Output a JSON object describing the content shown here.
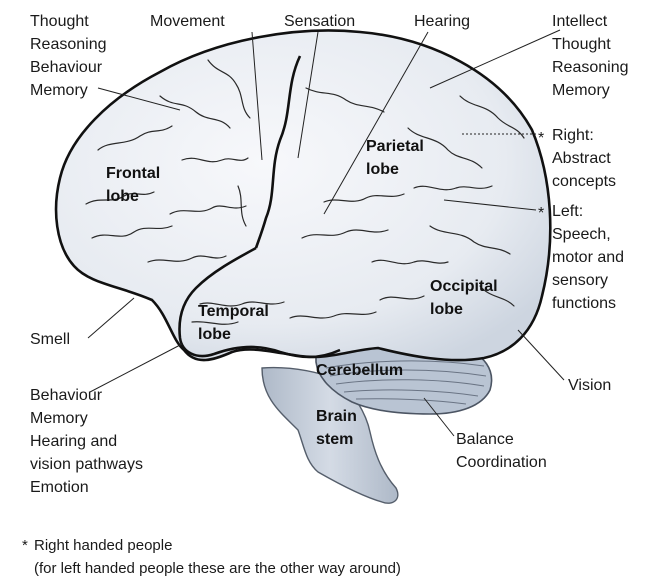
{
  "colors": {
    "brain_fill": "#e6eaf0",
    "brain_highlight": "#f6f7fa",
    "cerebellum_fill": "#b6c1d0",
    "brainstem_fill": "#c5cfdb",
    "outline": "#111111"
  },
  "regions": [
    {
      "id": "frontal",
      "lines": [
        "Frontal",
        "lobe"
      ]
    },
    {
      "id": "parietal",
      "lines": [
        "Parietal",
        "lobe"
      ]
    },
    {
      "id": "temporal",
      "lines": [
        "Temporal",
        "lobe"
      ]
    },
    {
      "id": "occipital",
      "lines": [
        "Occipital",
        "lobe"
      ]
    },
    {
      "id": "cerebellum",
      "lines": [
        "Cerebellum"
      ]
    },
    {
      "id": "brainstem",
      "lines": [
        "Brain",
        "stem"
      ]
    }
  ],
  "annotations": [
    {
      "id": "frontal-functions",
      "lines": [
        "Thought",
        "Reasoning",
        "Behaviour",
        "Memory"
      ]
    },
    {
      "id": "movement",
      "lines": [
        "Movement"
      ]
    },
    {
      "id": "sensation",
      "lines": [
        "Sensation"
      ]
    },
    {
      "id": "hearing",
      "lines": [
        "Hearing"
      ]
    },
    {
      "id": "intellect",
      "lines": [
        "Intellect",
        "Thought",
        "Reasoning",
        "Memory"
      ]
    },
    {
      "id": "lateral",
      "lines": [
        "Right:",
        "Abstract",
        "concepts",
        "Left:",
        "Speech,",
        "motor and",
        "sensory",
        "functions"
      ]
    },
    {
      "id": "smell",
      "lines": [
        "Smell"
      ]
    },
    {
      "id": "temporal-functions",
      "lines": [
        "Behaviour",
        "Memory",
        "Hearing and",
        "vision pathways",
        "Emotion"
      ]
    },
    {
      "id": "vision",
      "lines": [
        "Vision"
      ]
    },
    {
      "id": "balance",
      "lines": [
        "Balance",
        "Coordination"
      ]
    }
  ],
  "footnote": {
    "symbol": "*",
    "line1": "Right handed people",
    "line2": "(for left handed people these are the other way around)"
  }
}
